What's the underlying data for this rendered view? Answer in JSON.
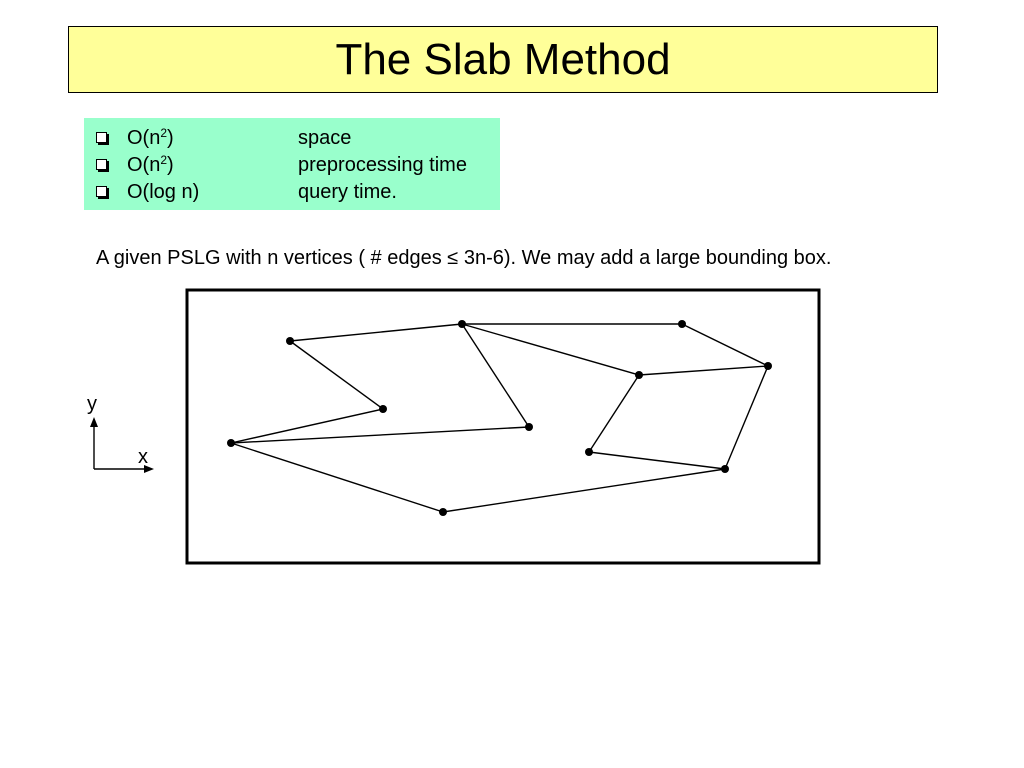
{
  "title": "The Slab Method",
  "complexities": [
    {
      "bound": "O(n",
      "power": "2",
      "close": ")",
      "label": "space"
    },
    {
      "bound": "O(n",
      "power": "2",
      "close": ")",
      "label": "preprocessing time"
    },
    {
      "bound": "O(log n)",
      "power": "",
      "close": "",
      "label": "query time."
    }
  ],
  "description": "A given PSLG with n vertices  ( # edges ≤ 3n-6). We may add a large bounding box.",
  "axes": {
    "x_label": "x",
    "y_label": "y"
  },
  "colors": {
    "title_bg": "#ffff99",
    "box_bg": "#99ffcc",
    "ink": "#000000"
  }
}
